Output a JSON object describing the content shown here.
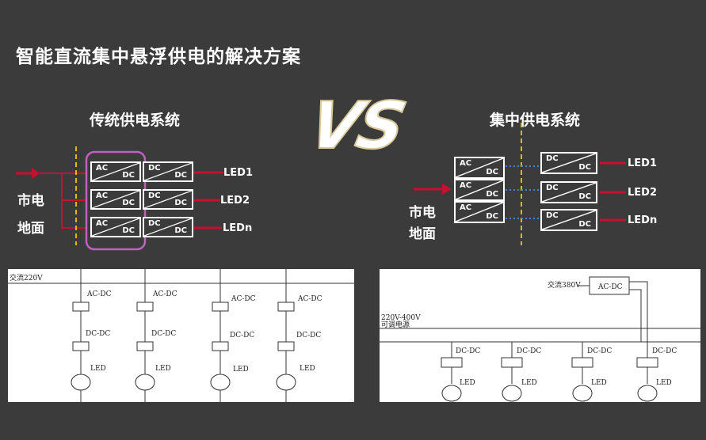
{
  "title": "智能直流集中悬浮供电的解决方案",
  "vs": "VS",
  "left": {
    "heading": "传统供电系统",
    "input_labels": [
      "市电",
      "地面"
    ],
    "converter_ac": "AC",
    "converter_dc": "DC",
    "led_labels": [
      "LED1",
      "LED2",
      "LEDn"
    ]
  },
  "right": {
    "heading": "集中供电系统",
    "input_labels": [
      "市电",
      "地面"
    ],
    "converter_ac": "AC",
    "converter_dc": "DC",
    "led_labels": [
      "LED1",
      "LED2",
      "LEDn"
    ]
  },
  "diagram_left": {
    "supply": "交流220V",
    "acdc": "AC-DC",
    "dcdc": "DC-DC",
    "led": "LED"
  },
  "diagram_right": {
    "supply": "交流380V",
    "acdc": "AC-DC",
    "bus_voltage": "220V-400V",
    "bus_label": "可调电源",
    "dcdc": "DC-DC",
    "led": "LED"
  },
  "colors": {
    "background": "#3b3b3b",
    "red": "#c8102e",
    "highlight": "#c060c0",
    "divider": "#e8b800",
    "dotted": "#4a7fd0"
  }
}
